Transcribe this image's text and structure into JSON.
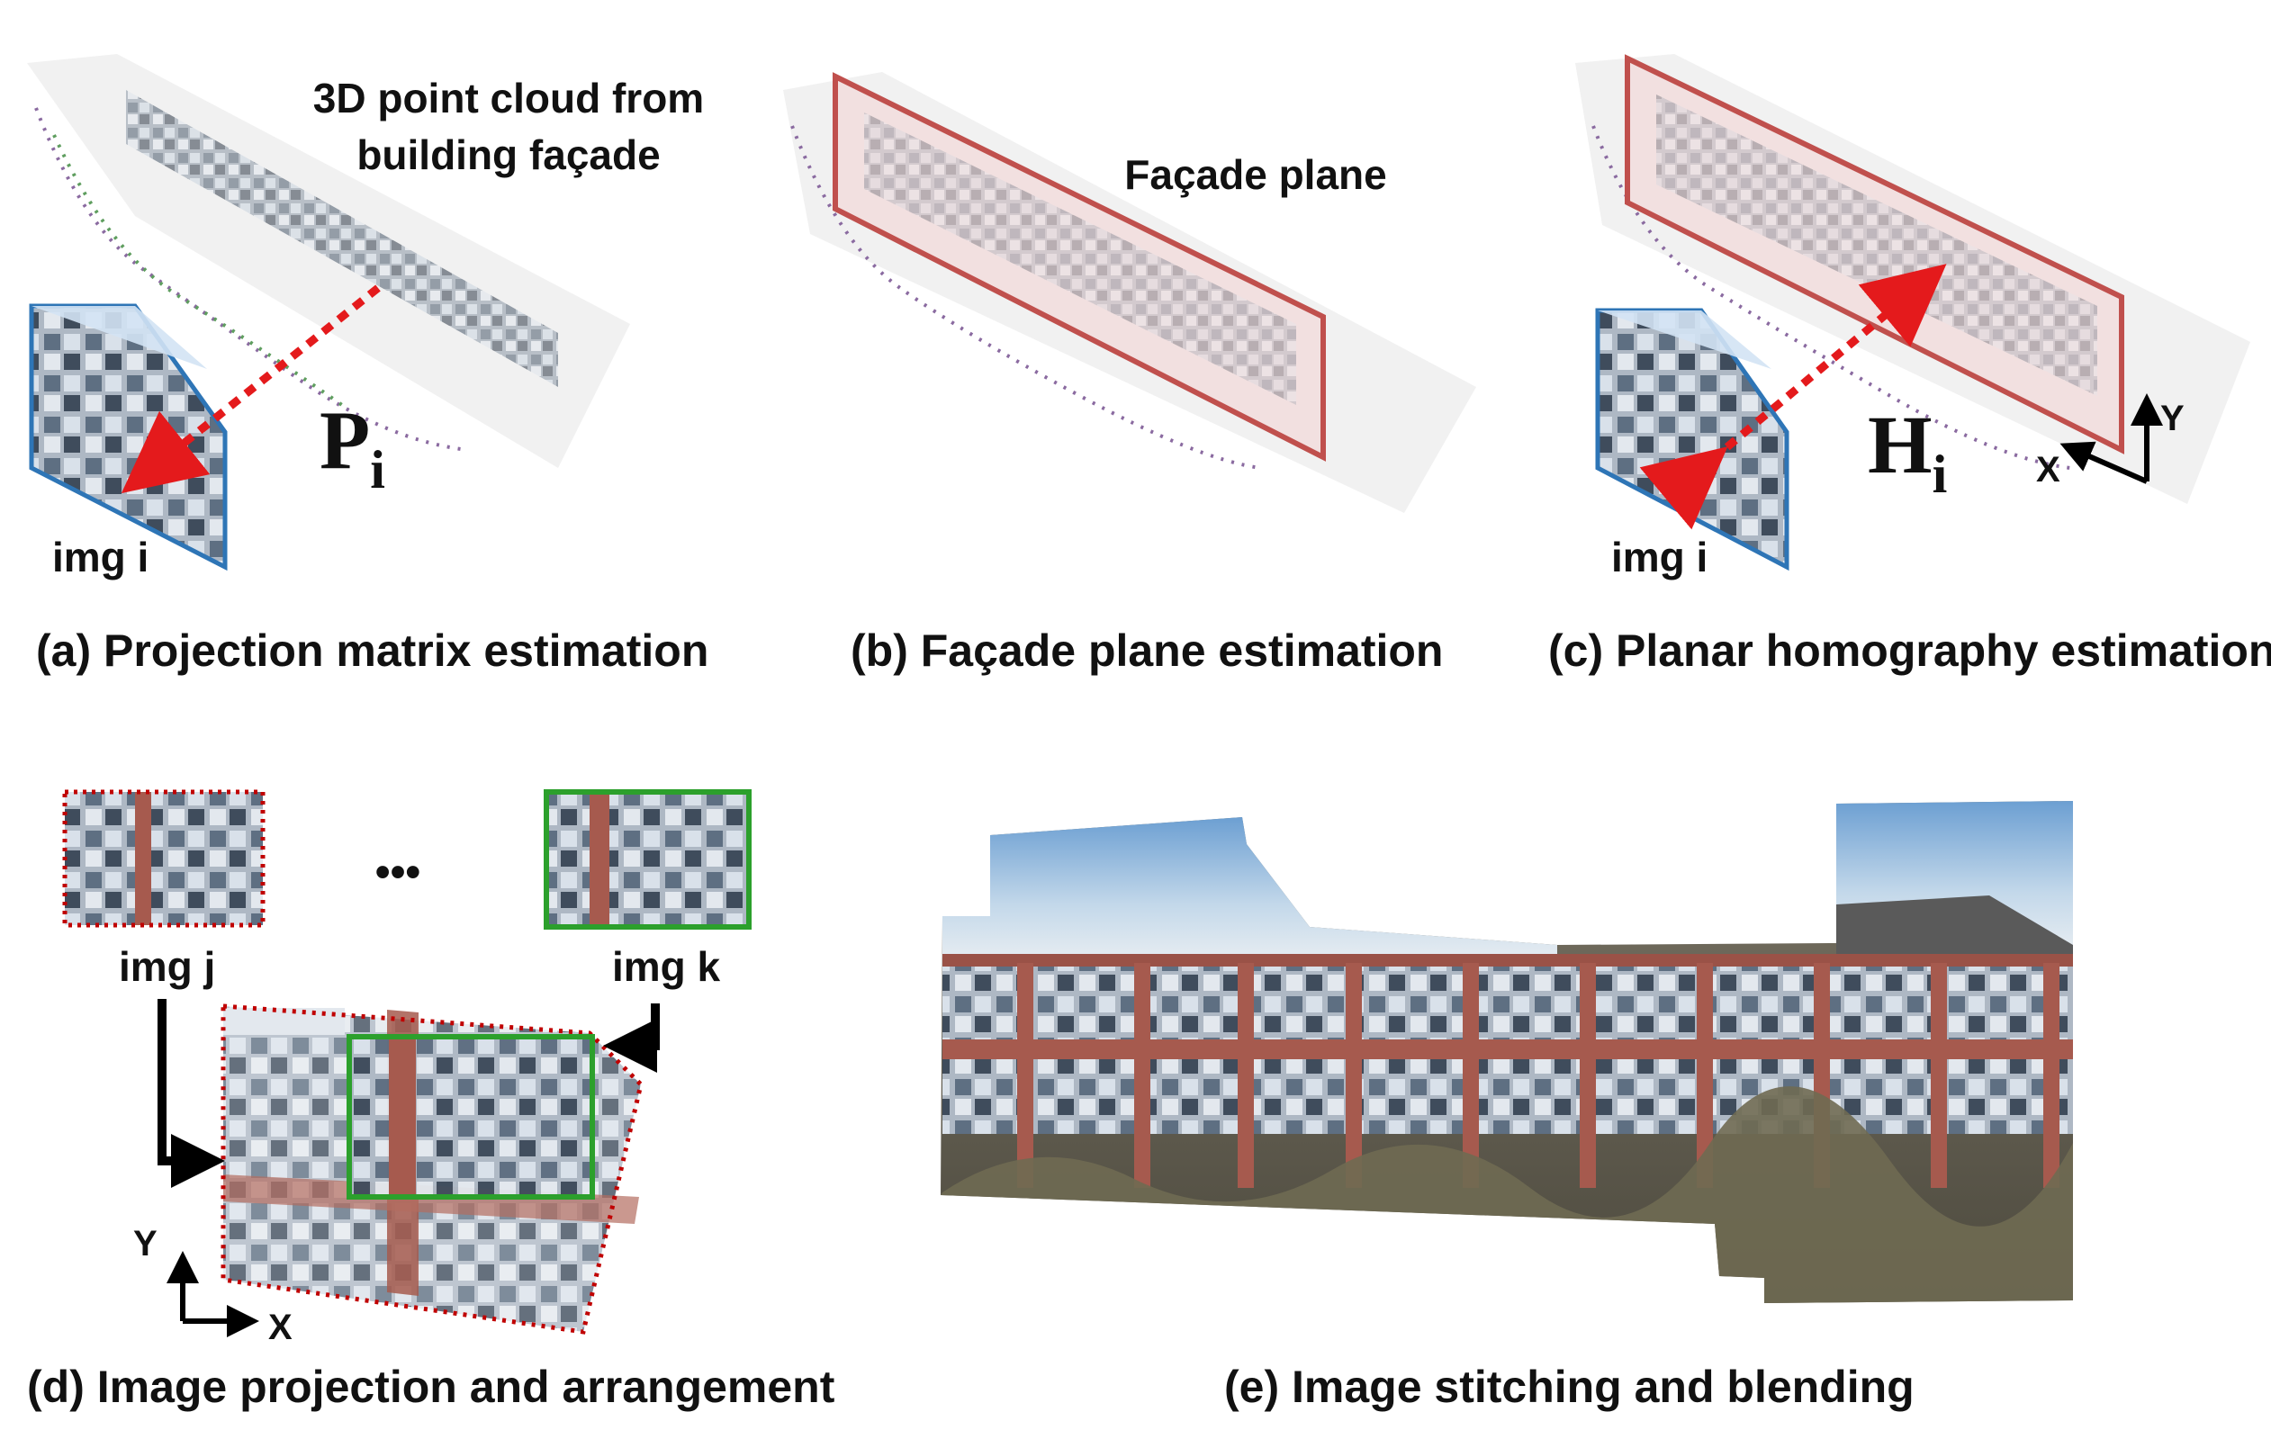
{
  "panels": {
    "a": {
      "caption": "(a) Projection matrix estimation",
      "annotation_line1": "3D point cloud from",
      "annotation_line2": "building façade",
      "image_label": "img i",
      "matrix_symbol": "P",
      "matrix_subscript": "i"
    },
    "b": {
      "caption": "(b) Façade plane estimation",
      "plane_label": "Façade plane"
    },
    "c": {
      "caption": "(c) Planar homography estimation",
      "image_label": "img i",
      "matrix_symbol": "H",
      "matrix_subscript": "i",
      "axis_x": "X",
      "axis_y": "Y"
    },
    "d": {
      "caption": "(d) Image projection and arrangement",
      "image_j_label": "img j",
      "image_k_label": "img k",
      "ellipsis": "•••",
      "axis_x": "X",
      "axis_y": "Y"
    },
    "e": {
      "caption": "(e) Image stitching and blending"
    }
  },
  "colors": {
    "plane_border": "#c0504d",
    "plane_fill": "#f2d9d8",
    "projection_arrow": "#e41a1c",
    "camera_frame": "#2e75b6",
    "img_j_border": "#c00000",
    "img_k_border": "#2ca02c"
  }
}
